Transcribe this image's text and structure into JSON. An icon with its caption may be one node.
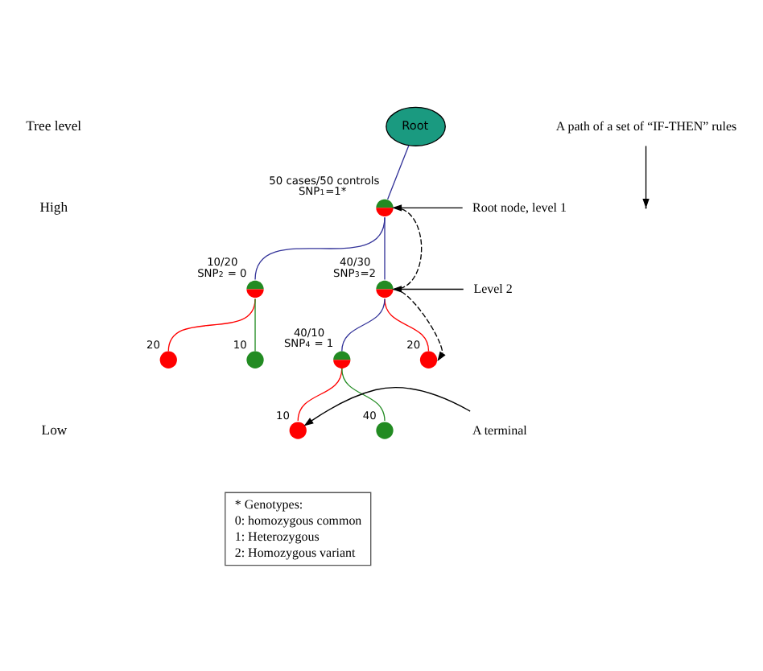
{
  "diagram": {
    "nodes": [
      {
        "text": [
          "Root"
        ]
      },
      {
        "text": [],
        "shape": "circle",
        "beside": [
          "50 cases/50 controls",
          "SNP$_{1}$=1*"
        ]
      },
      {
        "text": [],
        "shape": "circle",
        "beside": [
          "10/20",
          "SNP$_{2}$ = 0"
        ]
      },
      {
        "text": [],
        "shape": "circle",
        "beside": [
          "40/30",
          "SNP$_{3}$=2"
        ]
      },
      {
        "text": [],
        "shape": "circle",
        "beside": [
          "20"
        ]
      },
      {
        "text": [],
        "shape": "circle",
        "beside": [
          "10"
        ]
      },
      {
        "text": [],
        "shape": "circle",
        "beside": [
          "20"
        ]
      },
      {
        "text": [],
        "shape": "circle",
        "beside": [
          "40/10",
          "SNP$_{4}$ = 1"
        ]
      },
      {
        "text": [],
        "shape": "circle",
        "beside": [
          "10"
        ]
      },
      {
        "text": [],
        "shape": "circle",
        "beside": [
          "40"
        ]
      },
      {
        "text": [
          "A path of a set of “IF-THEN” rules"
        ]
      },
      {
        "text": [
          "Root node, level 1"
        ]
      },
      {
        "text": [
          "Level 2"
        ]
      },
      {
        "text": [
          "A terminal"
        ]
      },
      {
        "text": [
          "* Genotypes:",
          "0: homozygous common",
          "1: Heterozygous",
          "2: Homozygous variant"
        ]
      }
    ],
    "edges": [
      {
        "from": 0,
        "to": 1,
        "arrow": "none",
        "color": "#333399"
      },
      {
        "from": 1,
        "to": 2,
        "arrow": "none",
        "color": "#333399"
      },
      {
        "from": 1,
        "to": 3,
        "arrow": "none",
        "color": "#333399"
      },
      {
        "from": 2,
        "to": 4,
        "arrow": "none",
        "color": "#ff0000"
      },
      {
        "from": 2,
        "to": 5,
        "arrow": "none",
        "color": "#228b22"
      },
      {
        "from": 3,
        "to": 6,
        "arrow": "none",
        "color": "#ff0000"
      },
      {
        "from": 3,
        "to": 7,
        "arrow": "none",
        "color": "#333399"
      },
      {
        "from": 7,
        "to": 8,
        "arrow": "none",
        "color": "#ff0000"
      },
      {
        "from": 7,
        "to": 9,
        "arrow": "none",
        "color": "#228b22"
      },
      {
        "from": 1,
        "to": 3,
        "arrow": "none",
        "style": "dashed"
      },
      {
        "from": 3,
        "to": 6,
        "arrow": "to",
        "style": "dashed"
      },
      {
        "from": 10,
        "to": null,
        "arrow": "to"
      },
      {
        "from": 11,
        "to": 1,
        "arrow": "to"
      },
      {
        "from": 12,
        "to": 3,
        "arrow": "to"
      },
      {
        "from": 13,
        "to": 8,
        "arrow": "to"
      }
    ],
    "labels": [
      "Tree level",
      "High",
      "Low"
    ]
  }
}
